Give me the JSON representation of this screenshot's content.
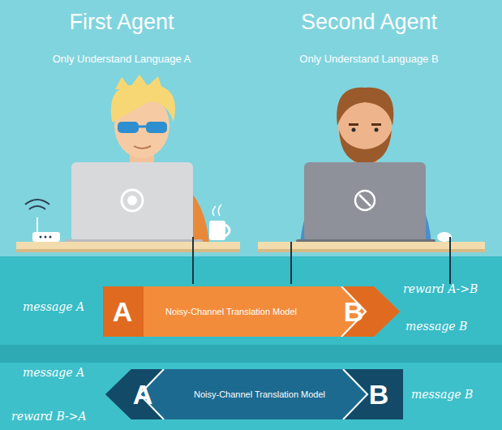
{
  "diagram": {
    "nodes": [
      {
        "text": [
          "A",
          "Noisy-Channel Translation Model",
          "B"
        ]
      },
      {
        "text": [
          "A",
          "Noisy-Channel Translation Model",
          "B"
        ]
      }
    ],
    "labels": [
      "First Agent",
      "Only Understand Language A",
      "Second Agent",
      "Only Understand Language B",
      "message A",
      "reward A->B",
      "message B",
      "message A",
      "reward B->A",
      "message B"
    ]
  }
}
